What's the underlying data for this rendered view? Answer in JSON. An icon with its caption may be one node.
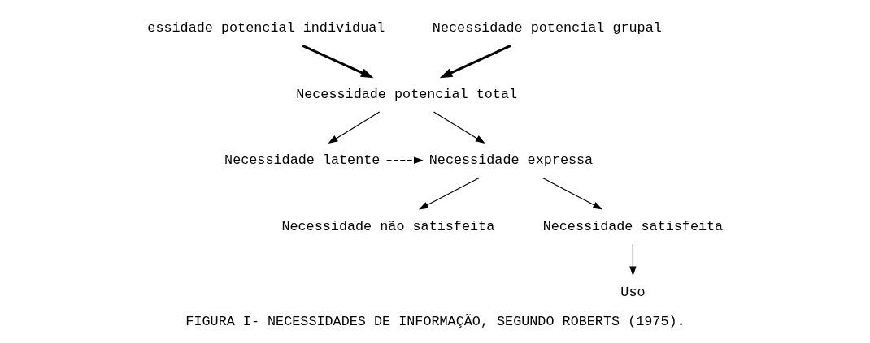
{
  "diagram": {
    "caption": "FIGURA I- NECESSIDADES DE INFORMAÇÃO, SEGUNDO ROBERTS (1975).",
    "nodes": [
      {
        "text": [
          "essidade potencial individual"
        ]
      },
      {
        "text": [
          "Necessidade potencial grupal"
        ]
      },
      {
        "text": [
          "Necessidade potencial total"
        ]
      },
      {
        "text": [
          "Necessidade expressa"
        ]
      },
      {
        "text": [
          "Necessidade latente"
        ]
      },
      {
        "text": [
          "Necessidade não satisfeita"
        ]
      },
      {
        "text": [
          "Necessidade satisfeita"
        ]
      },
      {
        "text": [
          "Uso"
        ]
      }
    ],
    "edges": [
      {
        "from": 0,
        "to": 2,
        "arrow": "to",
        "style": "thick"
      },
      {
        "from": 1,
        "to": 2,
        "arrow": "to",
        "style": "thick"
      },
      {
        "from": 2,
        "to": 3,
        "arrow": "to"
      },
      {
        "from": 2,
        "to": 4,
        "arrow": "to"
      },
      {
        "from": 4,
        "to": 3,
        "arrow": "to",
        "style": "dashed"
      },
      {
        "from": 3,
        "to": 5,
        "arrow": "to"
      },
      {
        "from": 3,
        "to": 6,
        "arrow": "to"
      },
      {
        "from": 6,
        "to": 7,
        "arrow": "to"
      }
    ]
  }
}
